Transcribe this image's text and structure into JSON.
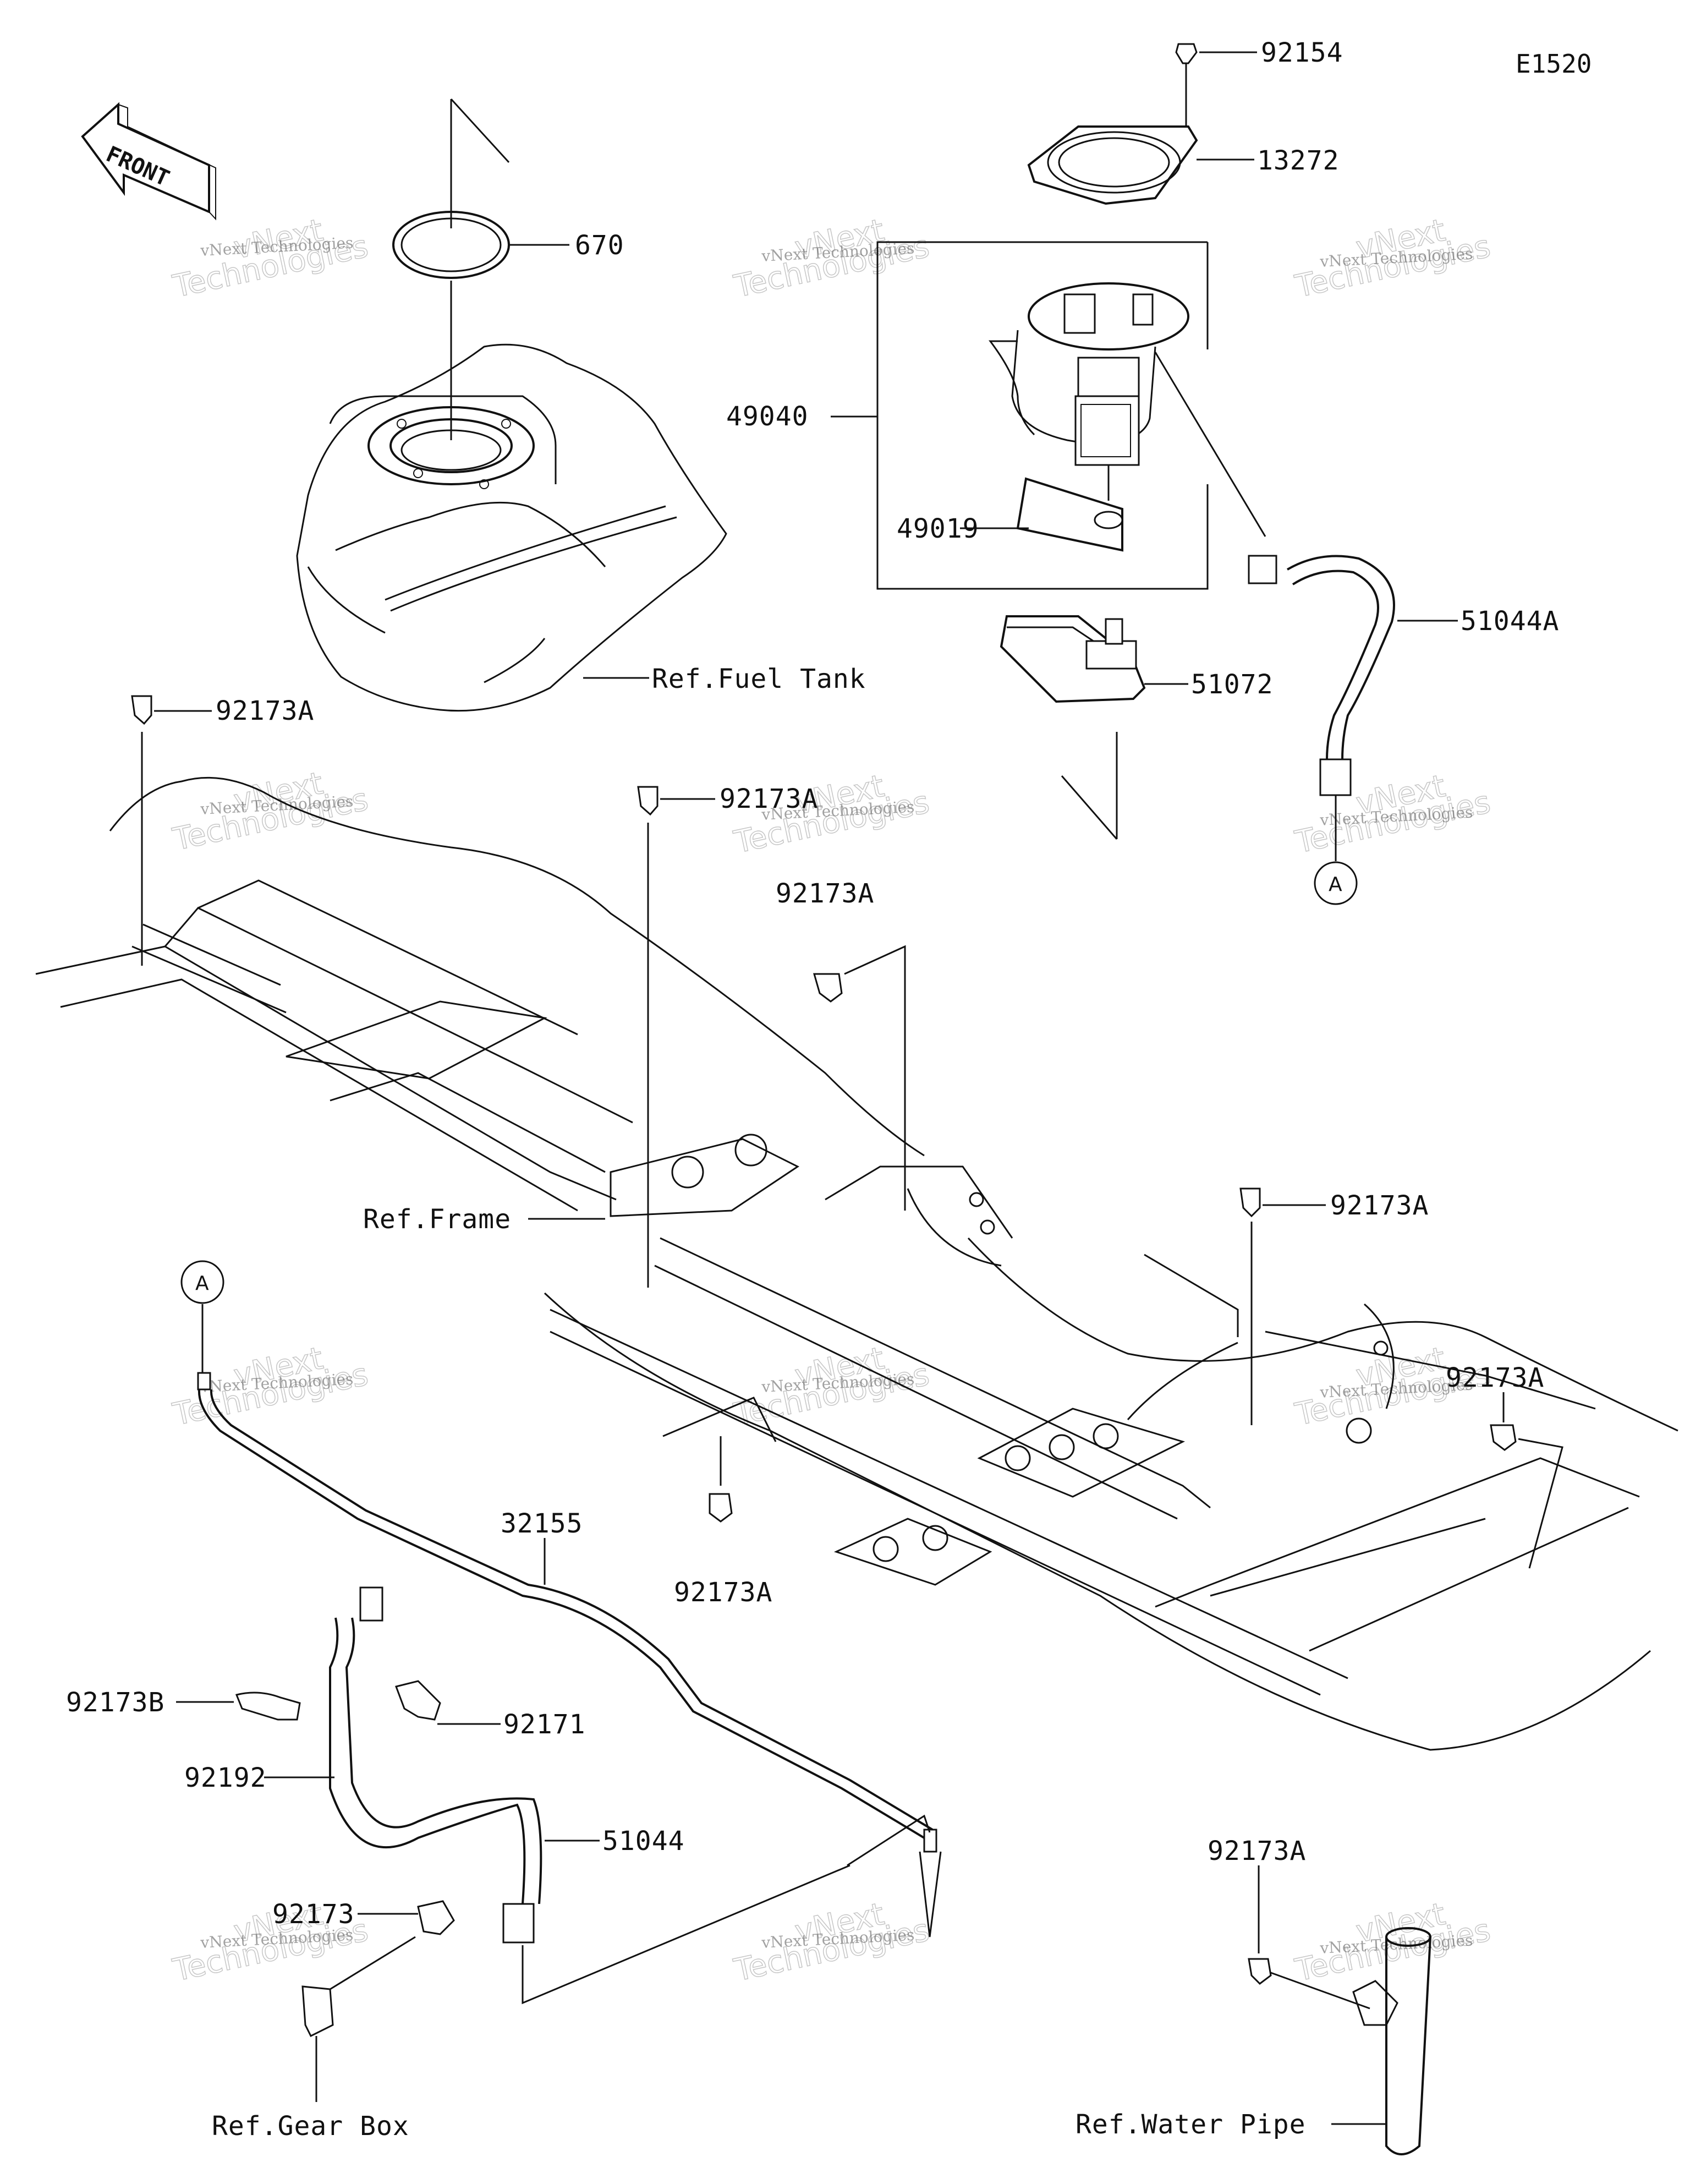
{
  "diagram_code": "E1520",
  "front_arrow_label": "FRONT",
  "connector_marker": "A",
  "part_numbers": {
    "p92154": "92154",
    "p13272": "13272",
    "p670": "670",
    "p49040": "49040",
    "p49019": "49019",
    "p51044A": "51044A",
    "p51072": "51072",
    "p92173A_1": "92173A",
    "p92173A_2": "92173A",
    "p92173A_3": "92173A",
    "p92173A_4": "92173A",
    "p92173A_5": "92173A",
    "p92173A_6": "92173A",
    "p92173A_7": "92173A",
    "p32155": "32155",
    "p92173B": "92173B",
    "p92171": "92171",
    "p92192": "92192",
    "p51044": "51044",
    "p92173": "92173"
  },
  "references": {
    "fuel_tank": "Ref.Fuel Tank",
    "frame": "Ref.Frame",
    "gear_box": "Ref.Gear Box",
    "water_pipe": "Ref.Water Pipe"
  },
  "watermark": {
    "small": "vNext Technologies",
    "big_line1": "vNext",
    "big_line2": "Technologies"
  }
}
